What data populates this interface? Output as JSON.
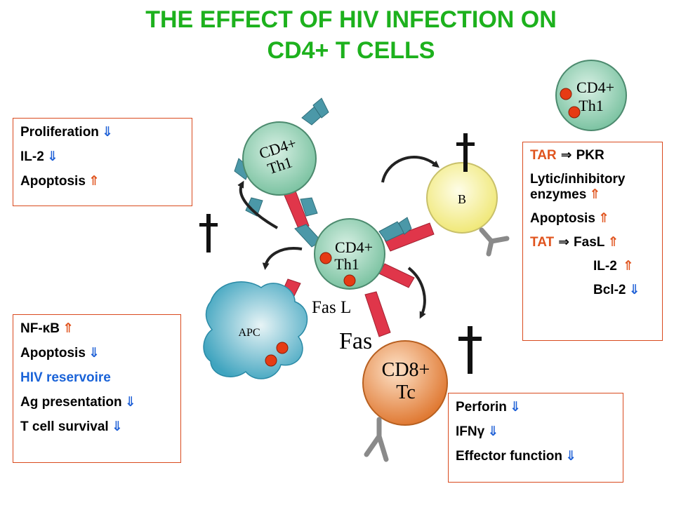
{
  "title": {
    "line1": "THE EFFECT OF HIV INFECTION ON",
    "line2": "CD4+ T CELLS"
  },
  "colors": {
    "title": "#1db11d",
    "box_border": "#d94a1e",
    "up_arrow": "#e0541e",
    "down_arrow": "#1d5fd6",
    "cd4_cell": "#8fd0b2",
    "b_cell": "#f6f29a",
    "cd8_cell": "#e89050",
    "apc_cell": "#5fb5cc",
    "receptor_teal": "#4b98a8",
    "receptor_red": "#e0364a"
  },
  "arrows": {
    "up": "⇑",
    "down": "⇓",
    "implies": "⇒"
  },
  "cells": {
    "cd4_top": {
      "line1": "CD4+",
      "line2": "Th1"
    },
    "cd4_center": {
      "line1": "CD4+",
      "line2": "Th1"
    },
    "cd4_corner": {
      "line1": "CD4+",
      "line2": "Th1"
    },
    "b_cell": {
      "label": "B"
    },
    "apc": {
      "label": "APC"
    },
    "cd8": {
      "line1": "CD8+",
      "line2": "Tc"
    }
  },
  "labels": {
    "fasl": "Fas L",
    "fas": "Fas"
  },
  "boxes": {
    "top_left": {
      "items": [
        {
          "text": "Proliferation",
          "arrow": "down"
        },
        {
          "text": "IL-2",
          "arrow": "down"
        },
        {
          "text": "Apoptosis",
          "arrow": "up"
        }
      ]
    },
    "right": {
      "tar": "TAR",
      "pkr": "PKR",
      "lytic1": "Lytic/inhibitory",
      "lytic2": "enzymes",
      "apoptosis": "Apoptosis",
      "tat": "TAT",
      "fasl": "FasL",
      "il2": "IL-2",
      "bcl2": "Bcl-2"
    },
    "bottom_left": {
      "nfkb_pre": "NF-",
      "kappa": "κ",
      "nfkb_post": "B",
      "apoptosis": "Apoptosis",
      "reservoir": "HIV reservoire",
      "ag": "Ag presentation",
      "survival": "T cell survival"
    },
    "bottom_right": {
      "perforin": "Perforin",
      "ifn_pre": "IFN",
      "gamma": "γ",
      "effector": "Effector function"
    }
  }
}
